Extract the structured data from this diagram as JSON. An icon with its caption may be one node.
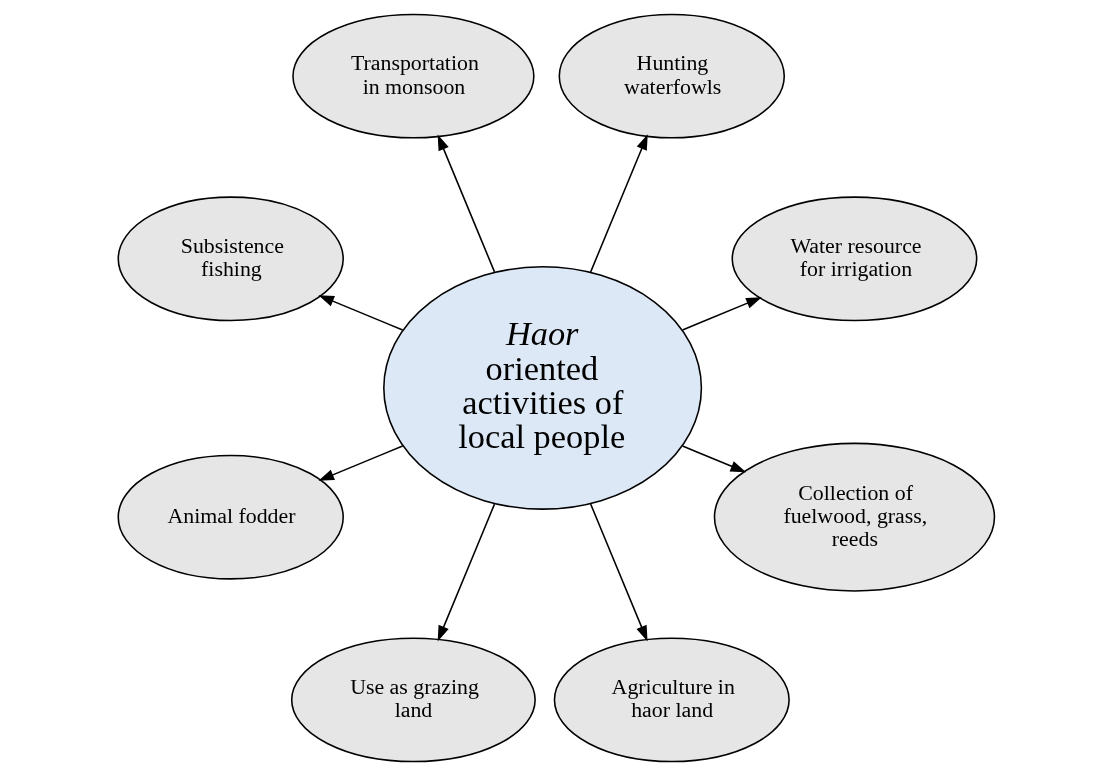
{
  "diagram": {
    "nodes": [
      {
        "text": [
          "*Haor* oriented activities of local people"
        ]
      },
      {
        "text": [
          "Water resource for irrigation"
        ]
      },
      {
        "text": [
          "Hunting waterfowls"
        ]
      },
      {
        "text": [
          "Transportation in monsoon"
        ]
      },
      {
        "text": [
          "Subsistence fishing"
        ]
      },
      {
        "text": [
          "Animal fodder"
        ]
      },
      {
        "text": [
          "Use as grazing land"
        ]
      },
      {
        "text": [
          "Agriculture in haor land"
        ]
      },
      {
        "text": [
          "Collection of fuelwood, grass, reeds"
        ]
      }
    ],
    "edges": [
      {
        "from": 0,
        "to": 1,
        "arrow": "to"
      },
      {
        "from": 0,
        "to": 3,
        "arrow": "to"
      },
      {
        "from": 0,
        "to": 5,
        "arrow": "to"
      },
      {
        "from": 0,
        "to": 7,
        "arrow": "to"
      },
      {
        "from": 0,
        "to": 8,
        "arrow": "to"
      },
      {
        "from": 0,
        "to": 6,
        "arrow": "to"
      },
      {
        "from": 0,
        "to": 4,
        "arrow": "to"
      },
      {
        "from": 0,
        "to": 2,
        "arrow": "to"
      }
    ]
  }
}
